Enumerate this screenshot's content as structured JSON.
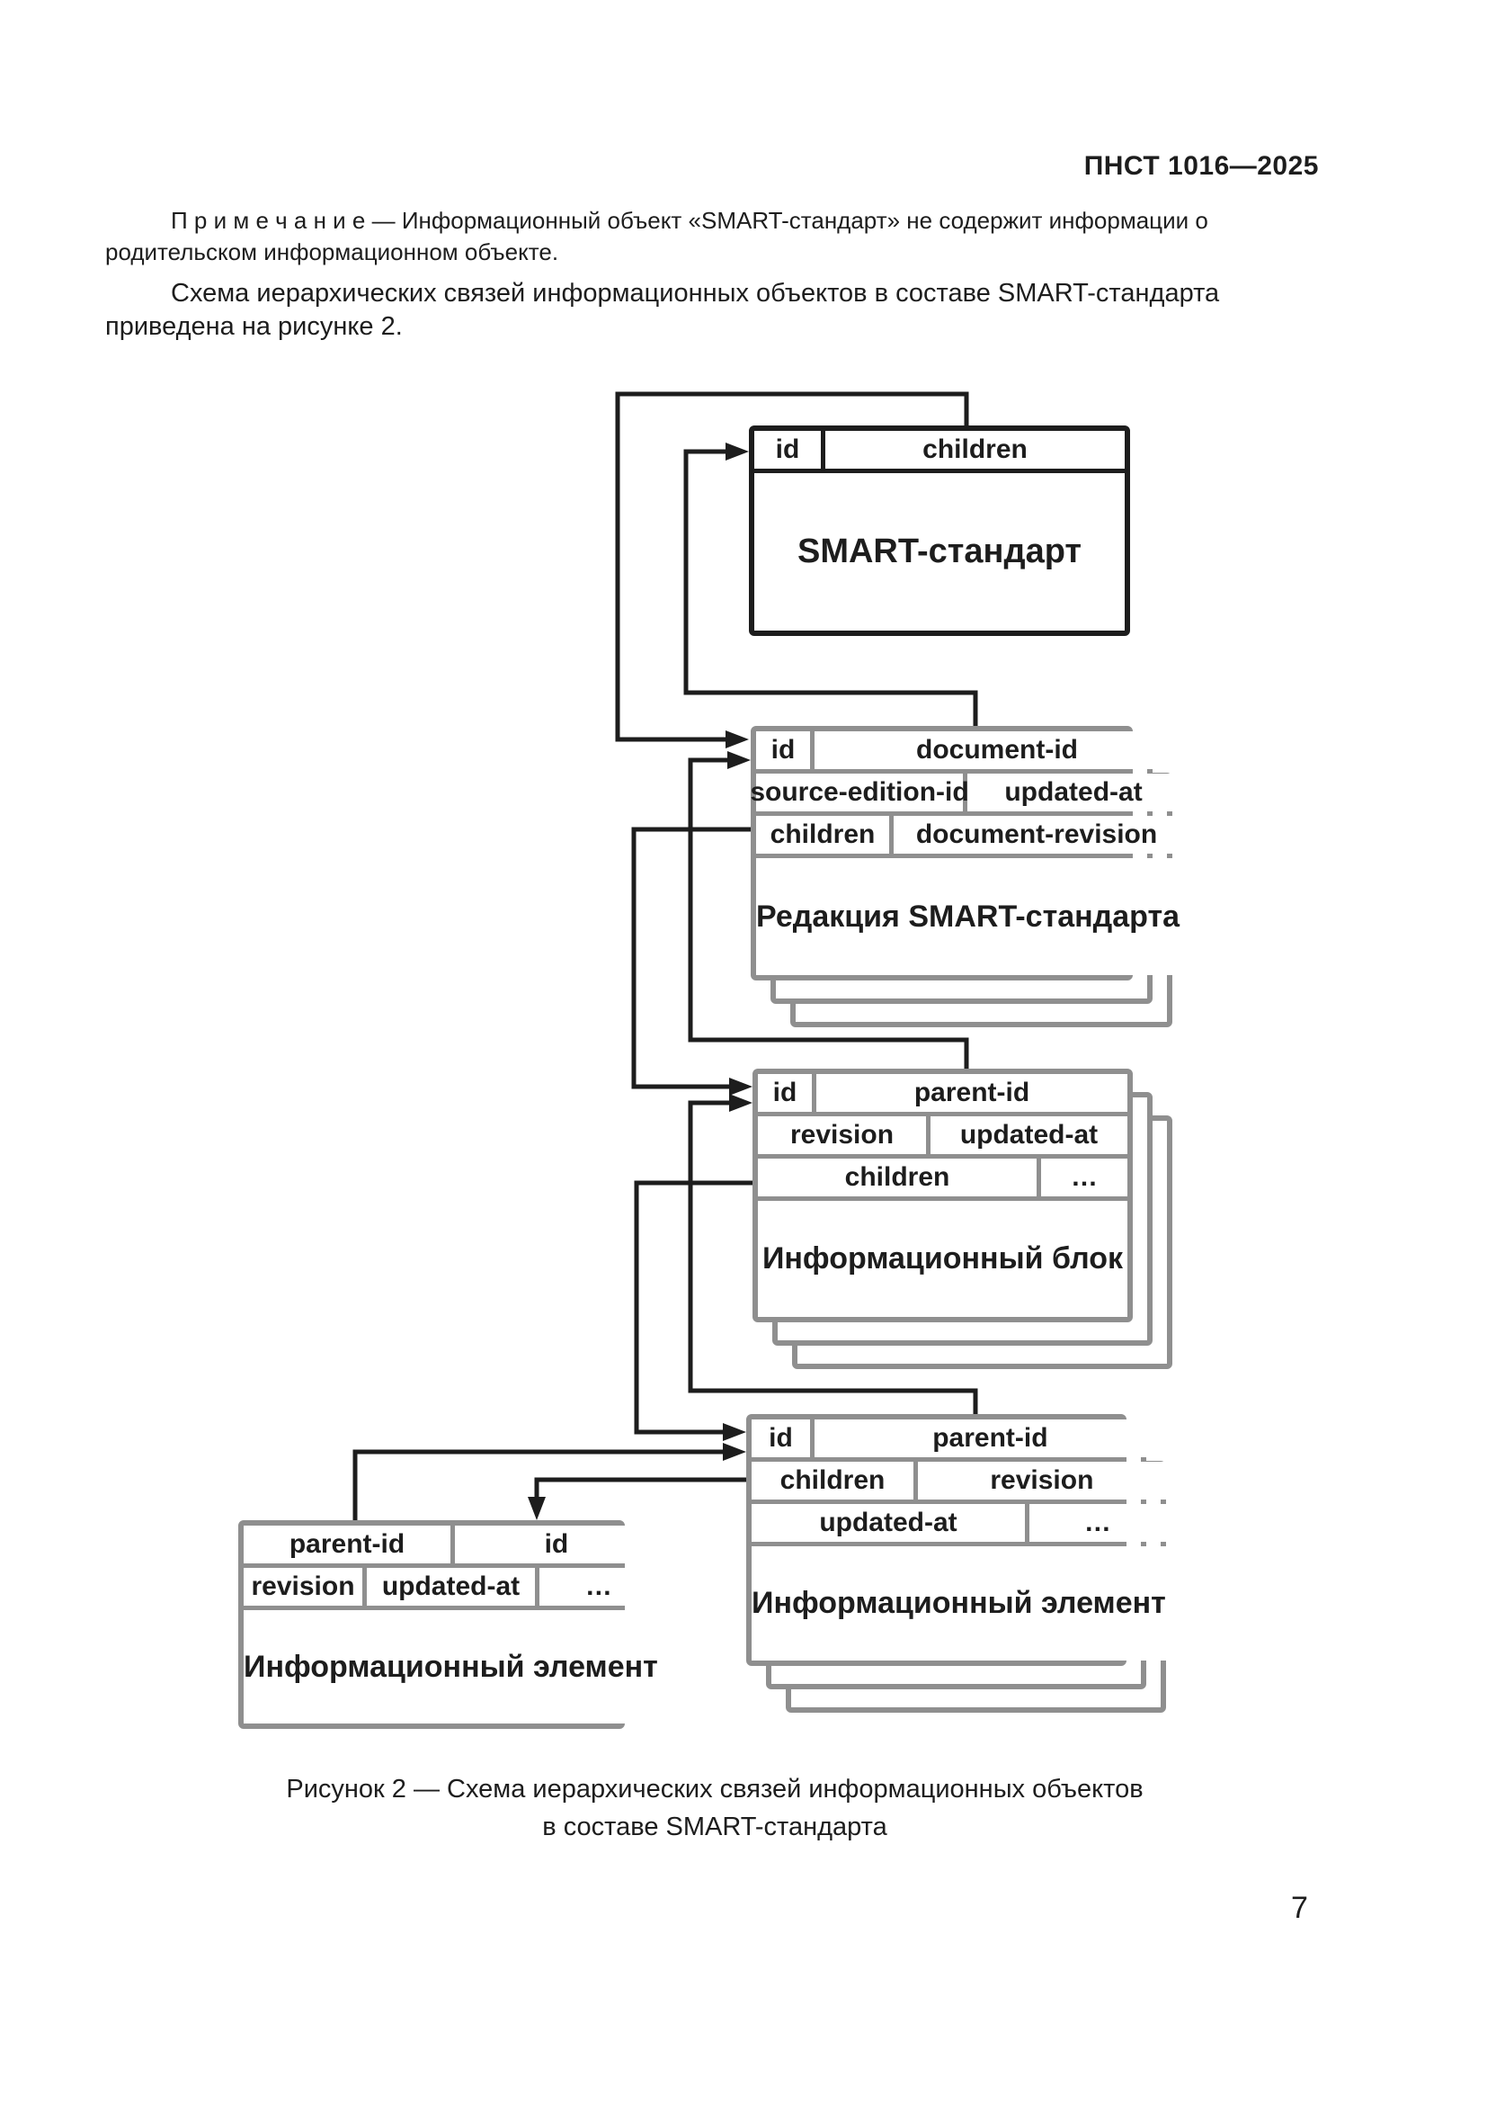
{
  "page": {
    "header": "ПНСТ 1016—2025",
    "page_number": "7"
  },
  "paragraphs": {
    "note": "П р и м е ч а н и е  — Информационный объект «SMART-стандарт» не содержит информации о родительском информационном объекте.",
    "body": "Схема иерархических связей информационных объектов в составе SMART-стандарта приведена на рисунке 2."
  },
  "figure": {
    "caption_line1": "Рисунок 2 — Схема иерархических связей информационных объектов",
    "caption_line2": "в составе SMART-стандарта",
    "colors": {
      "primary_box_border": "#1d1d1d",
      "secondary_box_border": "#8f8f8f",
      "connector_line": "#1d1d1d"
    },
    "boxes": [
      {
        "name": "smart-standard",
        "title": "SMART-стандарт",
        "rows": [
          [
            "id",
            "children"
          ]
        ]
      },
      {
        "name": "smart-standard-edition",
        "title": "Редакция SMART-стандарта",
        "rows": [
          [
            "id",
            "document-id"
          ],
          [
            "source-edition-id",
            "updated-at"
          ],
          [
            "children",
            "document-revision"
          ]
        ]
      },
      {
        "name": "information-block",
        "title": "Информационный блок",
        "rows": [
          [
            "id",
            "parent-id"
          ],
          [
            "revision",
            "updated-at"
          ],
          [
            "children",
            "…"
          ]
        ]
      },
      {
        "name": "information-element",
        "title": "Информационный элемент",
        "rows": [
          [
            "id",
            "parent-id"
          ],
          [
            "children",
            "revision"
          ],
          [
            "updated-at",
            "…"
          ]
        ]
      },
      {
        "name": "information-element-child",
        "title": "Информационный элемент",
        "rows": [
          [
            "parent-id",
            "id"
          ],
          [
            "revision",
            "updated-at",
            "…"
          ]
        ]
      }
    ]
  }
}
